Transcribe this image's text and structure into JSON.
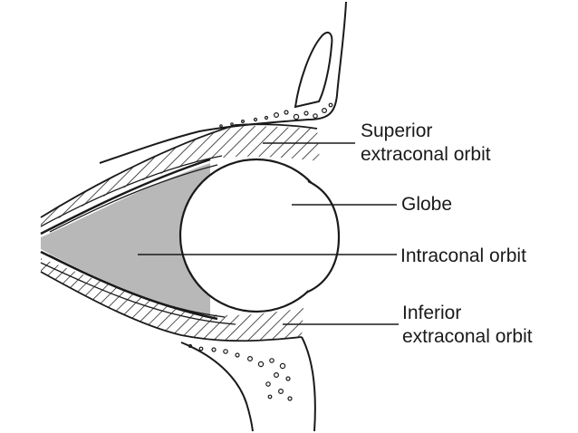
{
  "diagram": {
    "labels": {
      "superior_line1": "Superior",
      "superior_line2": "extraconal orbit",
      "globe": "Globe",
      "intraconal": "Intraconal orbit",
      "inferior_line1": "Inferior",
      "inferior_line2": "extraconal orbit"
    }
  },
  "colors": {
    "line": "#1a1a1a",
    "cone_fill": "#b8b8b8",
    "globe_fill": "#ffffff",
    "background": "#ffffff"
  }
}
